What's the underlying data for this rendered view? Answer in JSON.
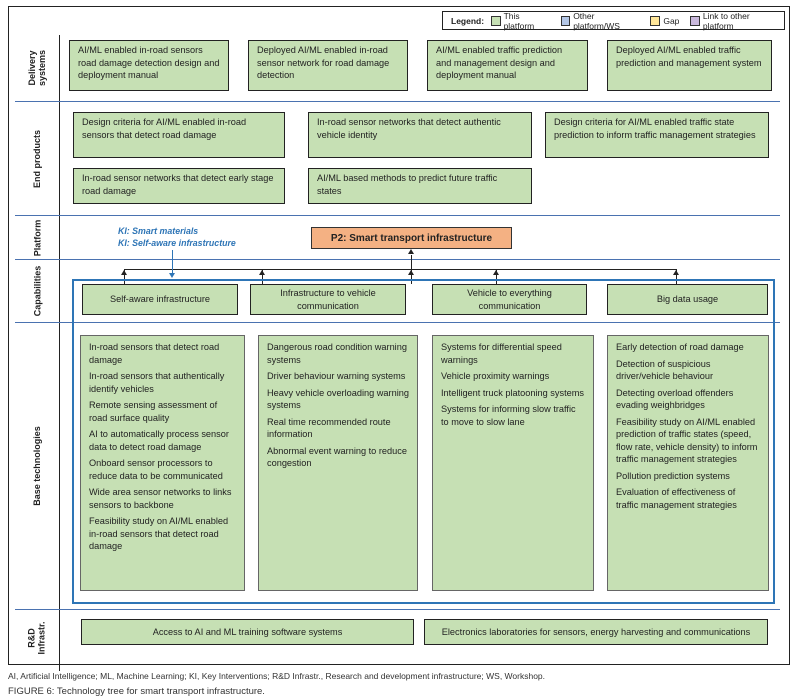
{
  "legend": {
    "title": "Legend:",
    "items": [
      {
        "label": "This platform",
        "color": "#c6e0b4"
      },
      {
        "label": "Other platform/WS",
        "color": "#b4c7e7"
      },
      {
        "label": "Gap",
        "color": "#ffe699"
      },
      {
        "label": "Link to other platform",
        "color": "#c9b8dc"
      }
    ]
  },
  "rows": {
    "delivery": "Delivery\nsystems",
    "end_products": "End products",
    "platform": "Platform",
    "capabilities": "Capabilities",
    "base": "Base technologies",
    "rd": "R&D\nInfrastr."
  },
  "delivery_systems": [
    "AI/ML enabled in-road sensors road damage detection design and deployment manual",
    "Deployed AI/ML enabled in-road sensor network for road damage detection",
    "AI/ML enabled traffic prediction and management design and deployment manual",
    "Deployed AI/ML enabled traffic prediction and management system"
  ],
  "end_products": [
    "Design criteria for AI/ML enabled in-road sensors that detect road damage",
    "In-road sensor networks that detect authentic vehicle identity",
    "Design criteria for AI/ML enabled traffic state prediction to inform traffic management strategies",
    "In-road sensor networks that detect early stage road damage",
    "AI/ML based methods to predict future traffic states"
  ],
  "platform": {
    "title": "P2: Smart transport infrastructure",
    "key_interventions": [
      "KI: Smart materials",
      "KI: Self-aware infrastructure"
    ]
  },
  "capabilities": [
    "Self-aware infrastructure",
    "Infrastructure to vehicle communication",
    "Vehicle to everything communication",
    "Big data usage"
  ],
  "base_technologies": [
    [
      "In-road sensors that detect road damage",
      "In-road sensors that authentically identify vehicles",
      "Remote sensing assessment of road surface quality",
      "AI to automatically process sensor data to detect road damage",
      "Onboard sensor processors to reduce data to be communicated",
      "Wide area sensor networks to links sensors to backbone",
      "Feasibility study on AI/ML enabled in-road sensors that detect road damage"
    ],
    [
      "Dangerous road condition warning systems",
      "Driver behaviour warning systems",
      "Heavy vehicle overloading warning systems",
      "Real time recommended route information",
      "Abnormal event warning to reduce congestion"
    ],
    [
      "Systems for differential speed warnings",
      "Vehicle proximity warnings",
      "Intelligent truck platooning systems",
      "Systems for informing slow traffic to move to slow lane"
    ],
    [
      "Early detection of road damage",
      "Detection of suspicious driver/vehicle behaviour",
      "Detecting overload offenders evading weighbridges",
      "Feasibility study on AI/ML enabled prediction of traffic states (speed, flow rate, vehicle density) to inform traffic management strategies",
      "Pollution prediction systems",
      "Evaluation of effectiveness of traffic management strategies"
    ]
  ],
  "rd_infrastructure": [
    "Access to AI and ML training software systems",
    "Electronics laboratories for sensors, energy harvesting and communications"
  ],
  "footnote": "AI, Artificial Intelligence; ML, Machine Learning; KI, Key Interventions; R&D Infrastr., Research and development infrastructure; WS, Workshop.",
  "caption": "FIGURE 6: Technology tree for smart transport infrastructure."
}
